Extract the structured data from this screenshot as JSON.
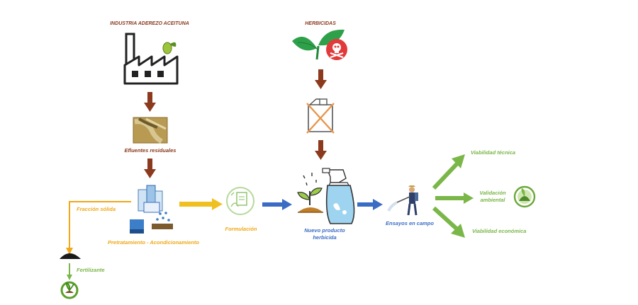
{
  "colors": {
    "brown": "#8b3a1e",
    "arrow_brown": "#8b3a1e",
    "orange": "#f0a81a",
    "blue": "#3b6cc4",
    "green": "#7ab648",
    "gray": "#333333"
  },
  "labels": {
    "industria": "INDUSTRIA ADEREZO ACEITUNA",
    "herbicidas": "HERBICIDAS",
    "efluentes": "Efluentes residuales",
    "fraccion_solida": "Fracción sólida",
    "pretratamiento": "Pretratamiento - Acondicionamiento",
    "formulacion": "Formulación",
    "nuevo_producto_1": "Nuevo producto",
    "nuevo_producto_2": "herbicida",
    "ensayos": "Ensayos en campo",
    "viabilidad_tecnica": "Viabilidad técnica",
    "validacion_1": "Validación",
    "validacion_2": "ambiental",
    "viabilidad_economica": "Viabilidad económica",
    "fertilizante": "Fertilizante"
  },
  "icons": [
    "factory-icon",
    "olive-icon",
    "plant-leaves-icon",
    "skull-icon",
    "crossed-canister-icon",
    "effluent-pipe-icon",
    "water-treatment-icon",
    "formulation-icon",
    "sprayer-plant-icon",
    "farmer-spraying-icon",
    "soil-pile-icon",
    "fertilizer-plant-icon",
    "environment-badge-icon"
  ]
}
